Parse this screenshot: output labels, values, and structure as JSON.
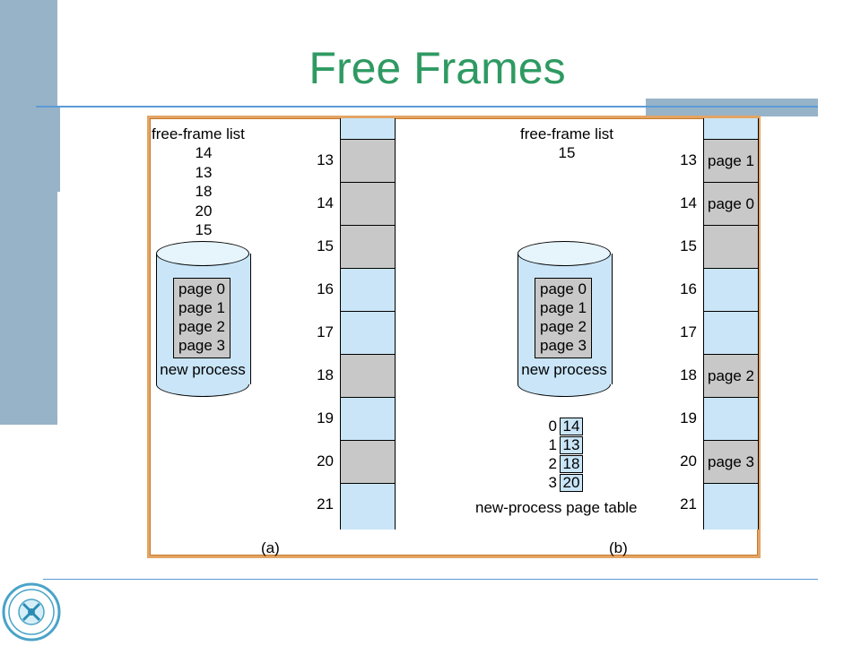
{
  "slide": {
    "title": "Free Frames"
  },
  "panel_a": {
    "free_list_label": "free-frame list",
    "free_list": [
      "14",
      "13",
      "18",
      "20",
      "15"
    ],
    "disk_pages": [
      "page 0",
      "page 1",
      "page 2",
      "page 3"
    ],
    "disk_label": "new process",
    "caption": "(a)",
    "frames": [
      {
        "num": "",
        "state": "free",
        "label": ""
      },
      {
        "num": "13",
        "state": "used",
        "label": ""
      },
      {
        "num": "14",
        "state": "used",
        "label": ""
      },
      {
        "num": "15",
        "state": "used",
        "label": ""
      },
      {
        "num": "16",
        "state": "free",
        "label": ""
      },
      {
        "num": "17",
        "state": "free",
        "label": ""
      },
      {
        "num": "18",
        "state": "used",
        "label": ""
      },
      {
        "num": "19",
        "state": "free",
        "label": ""
      },
      {
        "num": "20",
        "state": "used",
        "label": ""
      },
      {
        "num": "21",
        "state": "free",
        "label": ""
      }
    ]
  },
  "panel_b": {
    "free_list_label": "free-frame list",
    "free_list": [
      "15"
    ],
    "disk_pages": [
      "page 0",
      "page 1",
      "page 2",
      "page 3"
    ],
    "disk_label": "new process",
    "page_table": [
      {
        "index": "0",
        "frame": "14"
      },
      {
        "index": "1",
        "frame": "13"
      },
      {
        "index": "2",
        "frame": "18"
      },
      {
        "index": "3",
        "frame": "20"
      }
    ],
    "page_table_label": "new-process page table",
    "caption": "(b)",
    "frames": [
      {
        "num": "",
        "state": "free",
        "label": ""
      },
      {
        "num": "13",
        "state": "used",
        "label": "page 1"
      },
      {
        "num": "14",
        "state": "used",
        "label": "page 0"
      },
      {
        "num": "15",
        "state": "used",
        "label": ""
      },
      {
        "num": "16",
        "state": "free",
        "label": ""
      },
      {
        "num": "17",
        "state": "free",
        "label": ""
      },
      {
        "num": "18",
        "state": "used",
        "label": "page 2"
      },
      {
        "num": "19",
        "state": "free",
        "label": ""
      },
      {
        "num": "20",
        "state": "used",
        "label": "page 3"
      },
      {
        "num": "21",
        "state": "free",
        "label": ""
      }
    ]
  },
  "colors": {
    "title": "#2e9a62",
    "free_frame": "#c9e5f7",
    "used_frame": "#c8c8c8",
    "figure_border": "#e3a464",
    "rule": "#5b9bd5",
    "side_bar": "#97b3c8"
  },
  "logo": {
    "icon": "university-seal-icon"
  }
}
